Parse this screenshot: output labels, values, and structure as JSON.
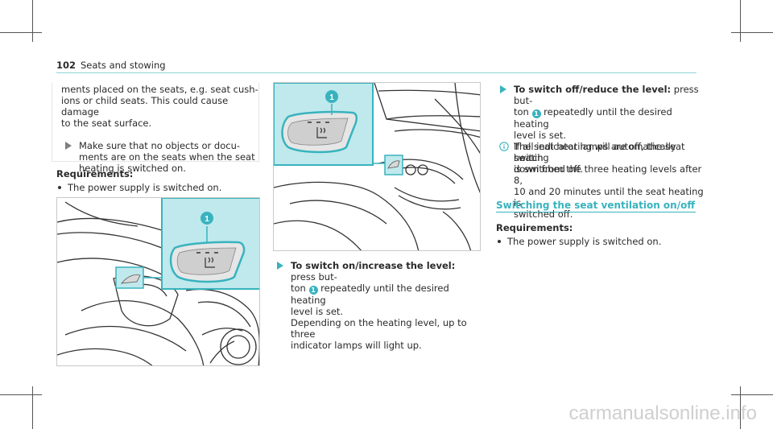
{
  "header": {
    "page_number": "102",
    "section": "Seats and stowing"
  },
  "col1": {
    "intro": "ments placed on the seats, e.g. seat cush-\nions or child seats. This could cause damage\nto the seat surface.",
    "hint": "Make sure that no objects or docu-\nments are on the seats when the seat\nheating is switched on.",
    "req_heading": "Requirements:",
    "req_item": "The power supply is switched on."
  },
  "figure1": {
    "callout": "1"
  },
  "figure2": {
    "callout": "1"
  },
  "col2": {
    "step_bold": "To switch on/increase the level:",
    "step_tail": " press but-",
    "step_num": "1",
    "step_rest1": "ton ",
    "step_rest1b": " repeatedly until the desired heating",
    "step_rest2": "level is set.\nDepending on the heating level, up to three\nindicator lamps will light up."
  },
  "col3": {
    "step_bold": "To switch off/reduce the level:",
    "step_tail": " press but-",
    "step_num": "1",
    "step_rest1": "ton ",
    "step_rest1b": " repeatedly until the desired heating",
    "step_rest2": "level is set.\nIf all indicator lamps are off, the seat heating\nis switched off.",
    "info": "The seat heating will automatically switch\ndown from the three heating levels after 8,\n10 and 20 minutes until the seat heating is\nswitched off.",
    "section_title": "Switching the seat ventilation on/off",
    "req_heading": "Requirements:",
    "req_item": "The power supply is switched on."
  },
  "watermark": "carmanualsonline.info",
  "colors": {
    "accent": "#38b3be",
    "callout_bg": "#bfe9ec"
  }
}
